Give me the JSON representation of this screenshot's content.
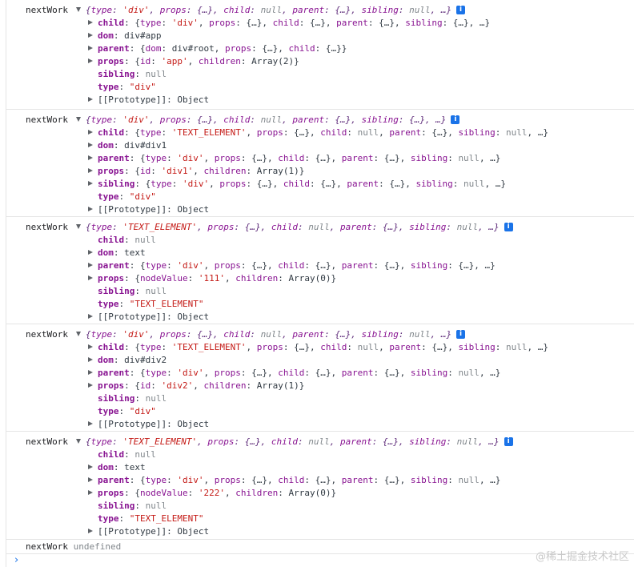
{
  "label": "nextWork",
  "entries": [
    {
      "summary": "{type: 'div', props: {…}, child: null, parent: {…}, sibling: null, …}",
      "rows": [
        {
          "expandable": true,
          "key": "child",
          "bold": true,
          "value": "{type: 'div', props: {…}, child: {…}, parent: {…}, sibling: {…}, …}"
        },
        {
          "expandable": true,
          "key": "dom",
          "bold": true,
          "value": "div#app"
        },
        {
          "expandable": true,
          "key": "parent",
          "bold": true,
          "value": "{dom: div#root, props: {…}, child: {…}}"
        },
        {
          "expandable": true,
          "key": "props",
          "bold": true,
          "value": "{id: 'app', children: Array(2)}"
        },
        {
          "expandable": false,
          "key": "sibling",
          "bold": true,
          "value": "null",
          "kind": "null"
        },
        {
          "expandable": false,
          "key": "type",
          "bold": true,
          "value": "\"div\"",
          "kind": "string"
        },
        {
          "expandable": true,
          "key": "[[Prototype]]",
          "bold": false,
          "value": "Object"
        }
      ]
    },
    {
      "summary": "{type: 'div', props: {…}, child: null, parent: {…}, sibling: {…}, …}",
      "rows": [
        {
          "expandable": true,
          "key": "child",
          "bold": true,
          "value": "{type: 'TEXT_ELEMENT', props: {…}, child: null, parent: {…}, sibling: null, …}"
        },
        {
          "expandable": true,
          "key": "dom",
          "bold": true,
          "value": "div#div1"
        },
        {
          "expandable": true,
          "key": "parent",
          "bold": true,
          "value": "{type: 'div', props: {…}, child: {…}, parent: {…}, sibling: null, …}"
        },
        {
          "expandable": true,
          "key": "props",
          "bold": true,
          "value": "{id: 'div1', children: Array(1)}"
        },
        {
          "expandable": true,
          "key": "sibling",
          "bold": true,
          "value": "{type: 'div', props: {…}, child: {…}, parent: {…}, sibling: null, …}"
        },
        {
          "expandable": false,
          "key": "type",
          "bold": true,
          "value": "\"div\"",
          "kind": "string"
        },
        {
          "expandable": true,
          "key": "[[Prototype]]",
          "bold": false,
          "value": "Object"
        }
      ]
    },
    {
      "summary": "{type: 'TEXT_ELEMENT', props: {…}, child: null, parent: {…}, sibling: null, …}",
      "rows": [
        {
          "expandable": false,
          "key": "child",
          "bold": true,
          "value": "null",
          "kind": "null"
        },
        {
          "expandable": true,
          "key": "dom",
          "bold": true,
          "value": "text"
        },
        {
          "expandable": true,
          "key": "parent",
          "bold": true,
          "value": "{type: 'div', props: {…}, child: {…}, parent: {…}, sibling: {…}, …}"
        },
        {
          "expandable": true,
          "key": "props",
          "bold": true,
          "value": "{nodeValue: '111', children: Array(0)}"
        },
        {
          "expandable": false,
          "key": "sibling",
          "bold": true,
          "value": "null",
          "kind": "null"
        },
        {
          "expandable": false,
          "key": "type",
          "bold": true,
          "value": "\"TEXT_ELEMENT\"",
          "kind": "string"
        },
        {
          "expandable": true,
          "key": "[[Prototype]]",
          "bold": false,
          "value": "Object"
        }
      ]
    },
    {
      "summary": "{type: 'div', props: {…}, child: null, parent: {…}, sibling: null, …}",
      "rows": [
        {
          "expandable": true,
          "key": "child",
          "bold": true,
          "value": "{type: 'TEXT_ELEMENT', props: {…}, child: null, parent: {…}, sibling: null, …}"
        },
        {
          "expandable": true,
          "key": "dom",
          "bold": true,
          "value": "div#div2"
        },
        {
          "expandable": true,
          "key": "parent",
          "bold": true,
          "value": "{type: 'div', props: {…}, child: {…}, parent: {…}, sibling: null, …}"
        },
        {
          "expandable": true,
          "key": "props",
          "bold": true,
          "value": "{id: 'div2', children: Array(1)}"
        },
        {
          "expandable": false,
          "key": "sibling",
          "bold": true,
          "value": "null",
          "kind": "null"
        },
        {
          "expandable": false,
          "key": "type",
          "bold": true,
          "value": "\"div\"",
          "kind": "string"
        },
        {
          "expandable": true,
          "key": "[[Prototype]]",
          "bold": false,
          "value": "Object"
        }
      ]
    },
    {
      "summary": "{type: 'TEXT_ELEMENT', props: {…}, child: null, parent: {…}, sibling: null, …}",
      "rows": [
        {
          "expandable": false,
          "key": "child",
          "bold": true,
          "value": "null",
          "kind": "null"
        },
        {
          "expandable": true,
          "key": "dom",
          "bold": true,
          "value": "text"
        },
        {
          "expandable": true,
          "key": "parent",
          "bold": true,
          "value": "{type: 'div', props: {…}, child: {…}, parent: {…}, sibling: null, …}"
        },
        {
          "expandable": true,
          "key": "props",
          "bold": true,
          "value": "{nodeValue: '222', children: Array(0)}"
        },
        {
          "expandable": false,
          "key": "sibling",
          "bold": true,
          "value": "null",
          "kind": "null"
        },
        {
          "expandable": false,
          "key": "type",
          "bold": true,
          "value": "\"TEXT_ELEMENT\"",
          "kind": "string"
        },
        {
          "expandable": true,
          "key": "[[Prototype]]",
          "bold": false,
          "value": "Object"
        }
      ]
    }
  ],
  "last_log": {
    "label": "nextWork",
    "value": "undefined"
  },
  "prompt_symbol": "›",
  "info_icon_glyph": "i",
  "watermark": "@稀土掘金技术社区"
}
